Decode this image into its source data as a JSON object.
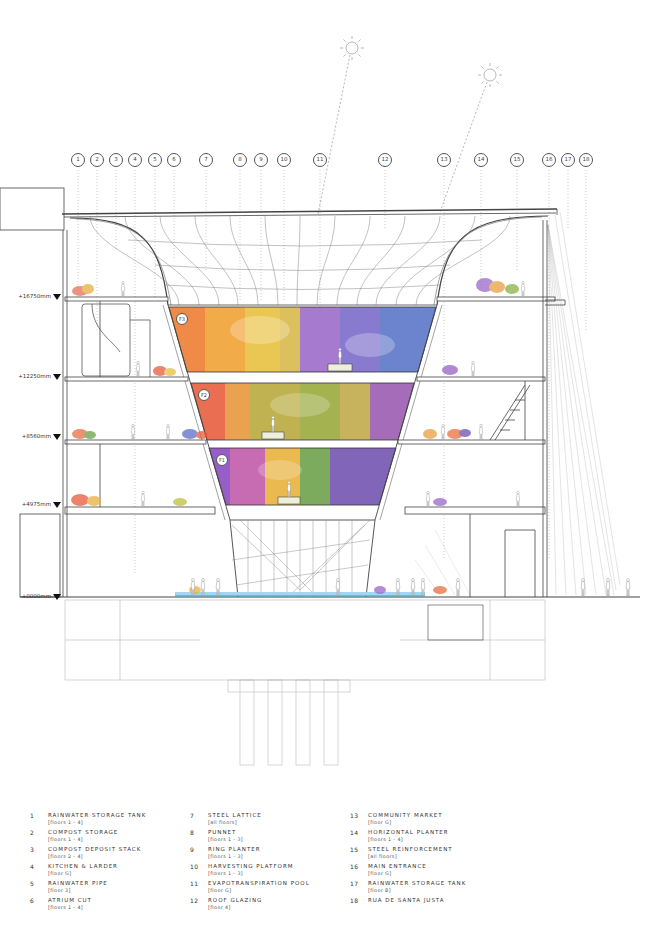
{
  "diagram": {
    "nodes": [
      {
        "text": [
          "1"
        ]
      },
      {
        "text": [
          "2"
        ]
      },
      {
        "text": [
          "3"
        ]
      },
      {
        "text": [
          "4"
        ]
      },
      {
        "text": [
          "5"
        ]
      },
      {
        "text": [
          "6"
        ]
      },
      {
        "text": [
          "7"
        ]
      },
      {
        "text": [
          "8"
        ]
      },
      {
        "text": [
          "9"
        ]
      },
      {
        "text": [
          "10"
        ]
      },
      {
        "text": [
          "11"
        ]
      },
      {
        "text": [
          "12"
        ]
      },
      {
        "text": [
          "13"
        ]
      },
      {
        "text": [
          "14"
        ]
      },
      {
        "text": [
          "15"
        ]
      },
      {
        "text": [
          "16"
        ]
      },
      {
        "text": [
          "17"
        ]
      },
      {
        "text": [
          "18"
        ]
      },
      {
        "text": [
          "F3"
        ]
      },
      {
        "text": [
          "F2"
        ]
      },
      {
        "text": [
          "F1"
        ]
      }
    ],
    "labels": [
      "+16750mm",
      "+12250mm",
      "+8560mm",
      "+4975mm",
      "+0000mm",
      "1",
      "RAINWATER STORAGE TANK",
      "[floors 1 - 4]",
      "2",
      "COMPOST STORAGE",
      "[floors 1 - 4]",
      "3",
      "COMPOST DEPOSIT STACK",
      "[floors 2 - 4]",
      "4",
      "KITCHEN & LARDER",
      "[floor G]",
      "5",
      "RAINWATER PIPE",
      "[floor 3]",
      "6",
      "ATRIUM CUT",
      "[floors 1 - 4]",
      "7",
      "STEEL LATTICE",
      "[all floors]",
      "8",
      "PUNNET",
      "[floors 1 - 3]",
      "9",
      "RING PLANTER",
      "[floors 1 - 3]",
      "10",
      "HARVESTING PLATFORM",
      "[floors 1 - 3]",
      "11",
      "EVAPOTRANSPIRATION POOL",
      "[floor G]",
      "12",
      "ROOF GLAZING",
      "[floor 4]",
      "13",
      "COMMUNITY MARKET",
      "[floor G]",
      "14",
      "HORIZONTAL PLANTER",
      "[floors 1 - 4]",
      "15",
      "STEEL REINFORCEMENT",
      "[all floors]",
      "16",
      "MAIN ENTRANCE",
      "[floor G]",
      "17",
      "RAINWATER STORAGE TANK",
      "[floor B]",
      "18",
      "RUA DE SANTA JUSTA"
    ]
  }
}
